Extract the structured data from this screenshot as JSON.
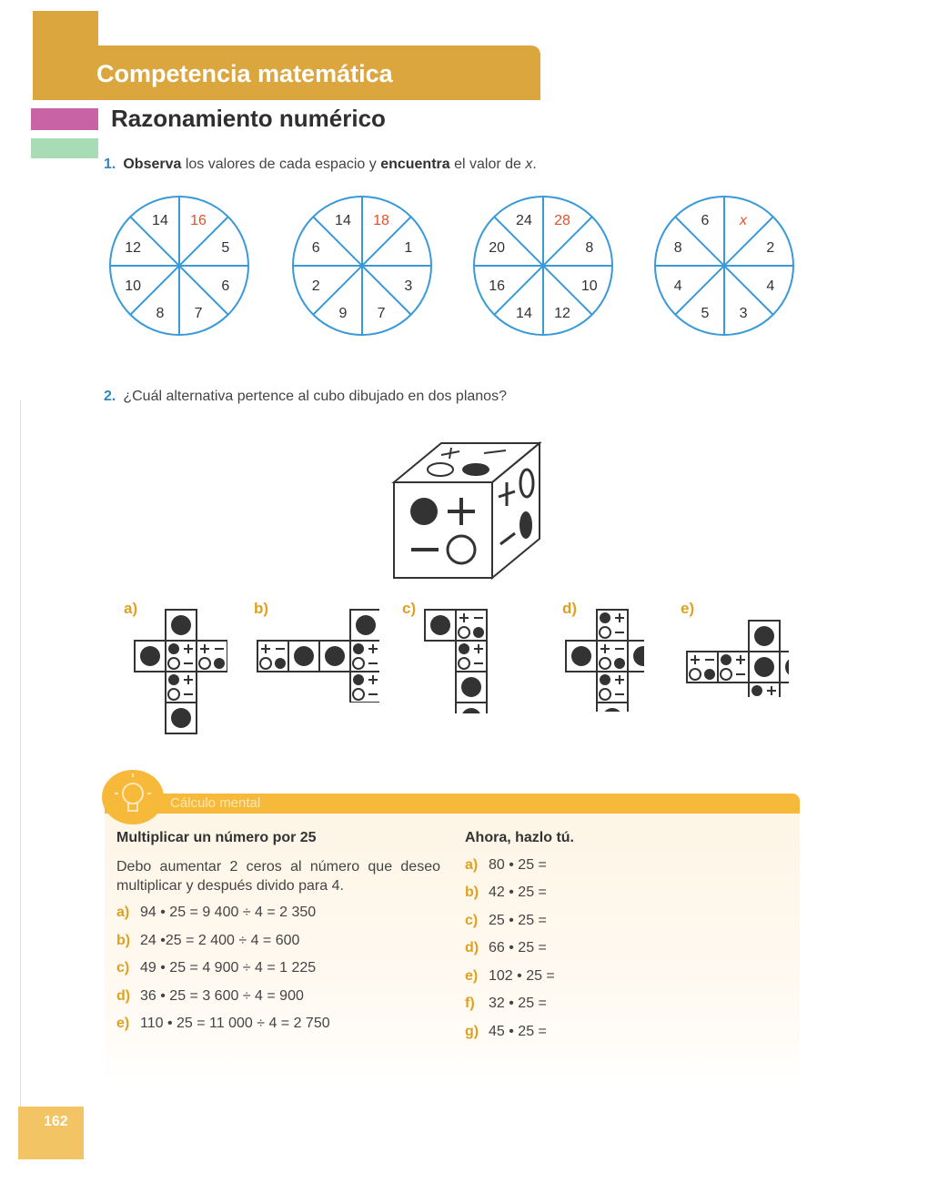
{
  "header": {
    "section_title": "Competencia matemática",
    "subtitle": "Razonamiento numérico"
  },
  "question1": {
    "number": "1.",
    "bold1": "Observa",
    "text1": " los valores de cada espacio y ",
    "bold2": "encuentra",
    "text2": " el valor de ",
    "var": "x",
    "end": "."
  },
  "wheels": [
    {
      "values": [
        "16",
        "5",
        "6",
        "7",
        "8",
        "10",
        "12",
        "14"
      ]
    },
    {
      "values": [
        "18",
        "1",
        "3",
        "7",
        "9",
        "2",
        "6",
        "14"
      ]
    },
    {
      "values": [
        "28",
        "8",
        "10",
        "12",
        "14",
        "16",
        "20",
        "24"
      ]
    },
    {
      "values": [
        "x",
        "2",
        "4",
        "3",
        "5",
        "4",
        "8",
        "6"
      ]
    }
  ],
  "question2": {
    "number": "2.",
    "text": "¿Cuál alternativa pertence al cubo dibujado en dos planos?"
  },
  "options": [
    "a)",
    "b)",
    "c)",
    "d)",
    "e)"
  ],
  "mental": {
    "title": "Cálculo mental",
    "left_heading": "Multiplicar un número por 25",
    "explanation": "Debo aumentar 2 ceros al número que deseo multiplicar y después divido para 4.",
    "examples": [
      {
        "label": "a)",
        "text": "94 • 25 = 9 400 ÷ 4 = 2 350"
      },
      {
        "label": "b)",
        "text": "24 •25 = 2 400 ÷ 4 = 600"
      },
      {
        "label": "c)",
        "text": "49 • 25 = 4 900 ÷ 4 = 1 225"
      },
      {
        "label": "d)",
        "text": "36 • 25 = 3 600 ÷ 4 = 900"
      },
      {
        "label": "e)",
        "text": "110 • 25 = 11 000 ÷ 4 = 2 750"
      }
    ],
    "right_heading": "Ahora, hazlo tú.",
    "exercises": [
      {
        "label": "a)",
        "text": "80 • 25 ="
      },
      {
        "label": "b)",
        "text": "42 • 25 ="
      },
      {
        "label": "c)",
        "text": "25 • 25 ="
      },
      {
        "label": "d)",
        "text": "66 • 25 ="
      },
      {
        "label": "e)",
        "text": "102 • 25 ="
      },
      {
        "label": "f)",
        "text": "32 • 25 ="
      },
      {
        "label": "g)",
        "text": "45 • 25 ="
      }
    ]
  },
  "page_number": "162",
  "colors": {
    "header": "#dba63e",
    "pink": "#c864a6",
    "green": "#a8dcb4",
    "wheel": "#3a9ad9",
    "accent": "#e2502a",
    "mental": "#f6b93a"
  }
}
